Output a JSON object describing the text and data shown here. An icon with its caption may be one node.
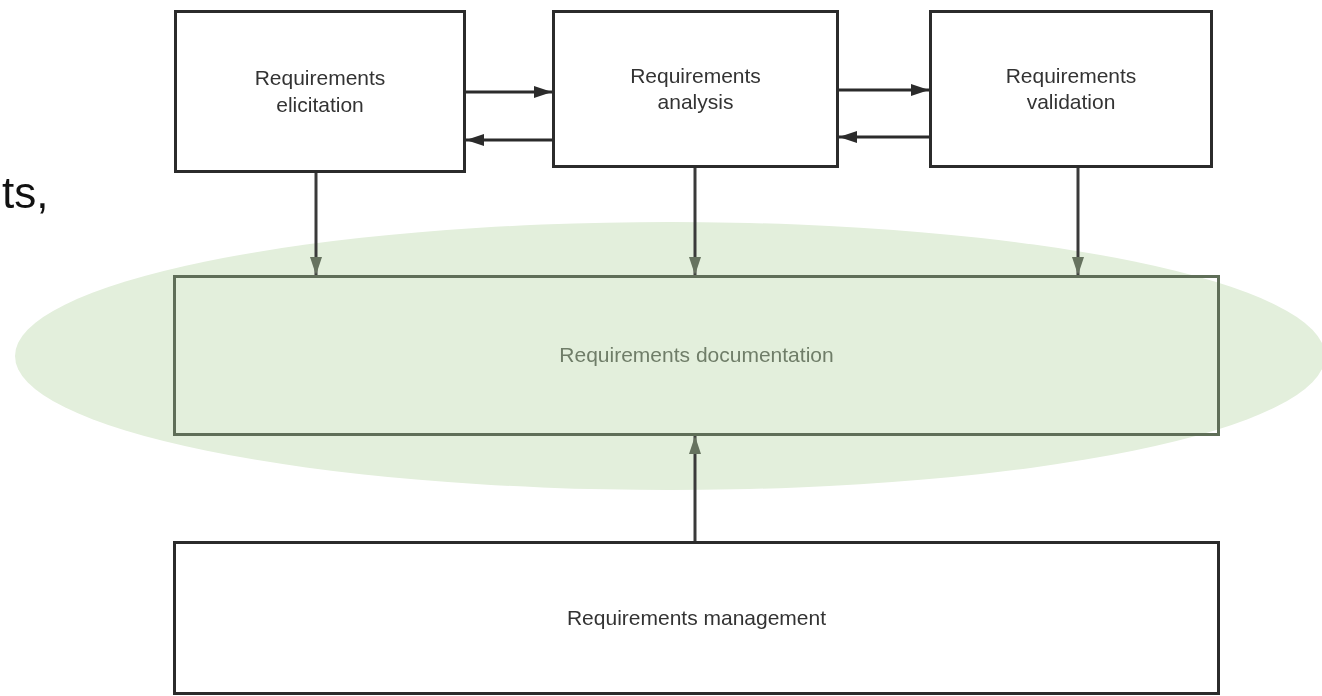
{
  "diagram": {
    "nodes": [
      {
        "text": [
          "Requirements elicitation"
        ]
      },
      {
        "text": [
          "Requirements analysis"
        ]
      },
      {
        "text": [
          "Requirements validation"
        ]
      },
      {
        "text": [
          "Requirements documentation"
        ]
      },
      {
        "text": [
          "Requirements management"
        ]
      }
    ],
    "edges": [
      {
        "from": 0,
        "to": 1,
        "arrow": "to"
      },
      {
        "from": 1,
        "to": 0,
        "arrow": "to"
      },
      {
        "from": 1,
        "to": 2,
        "arrow": "to"
      },
      {
        "from": 2,
        "to": 1,
        "arrow": "to"
      },
      {
        "from": 0,
        "to": 3,
        "arrow": "to"
      },
      {
        "from": 1,
        "to": 3,
        "arrow": "to"
      },
      {
        "from": 2,
        "to": 3,
        "arrow": "to"
      },
      {
        "from": 4,
        "to": 3,
        "arrow": "to"
      }
    ],
    "labels": [
      "ts,"
    ]
  }
}
